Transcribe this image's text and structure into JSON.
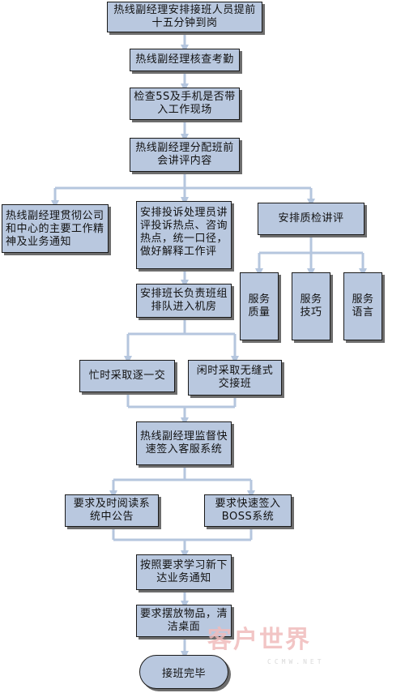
{
  "nodes": {
    "n1": "热线副经理安排接班人员提前十五分钟到岗",
    "n2": "热线副经理核查考勤",
    "n3": "检查5S及手机是否带入工作现场",
    "n4": "热线副经理分配班前会讲评内容",
    "n5": "热线副经理贯彻公司和中心的主要工作精神及业务通知",
    "n6": "安排投诉处理员讲评投诉热点、咨询热点，统一口径，做好解释工作评",
    "n7": "安排质检讲评",
    "n8": "服务质量",
    "n9": "服务技巧",
    "n10": "服务语言",
    "n11": "安排班长负责班组排队进入机房",
    "n12": "忙时采取逐一交",
    "n13": "闲时采取无缝式交接班",
    "n14": "热线副经理监督快速签入客服系统",
    "n15": "要求及时阅读系统中公告",
    "n16": "要求快速签入BOSS系统",
    "n17": "按照要求学习新下达业务通知",
    "n18": "要求摆放物品，清洁桌面",
    "n19": "接班完毕"
  },
  "watermark": {
    "text": "客户世界",
    "sub": "CCMW.NET"
  },
  "colors": {
    "box_fill": "#b9c8df",
    "connector": "#b5c6de"
  }
}
